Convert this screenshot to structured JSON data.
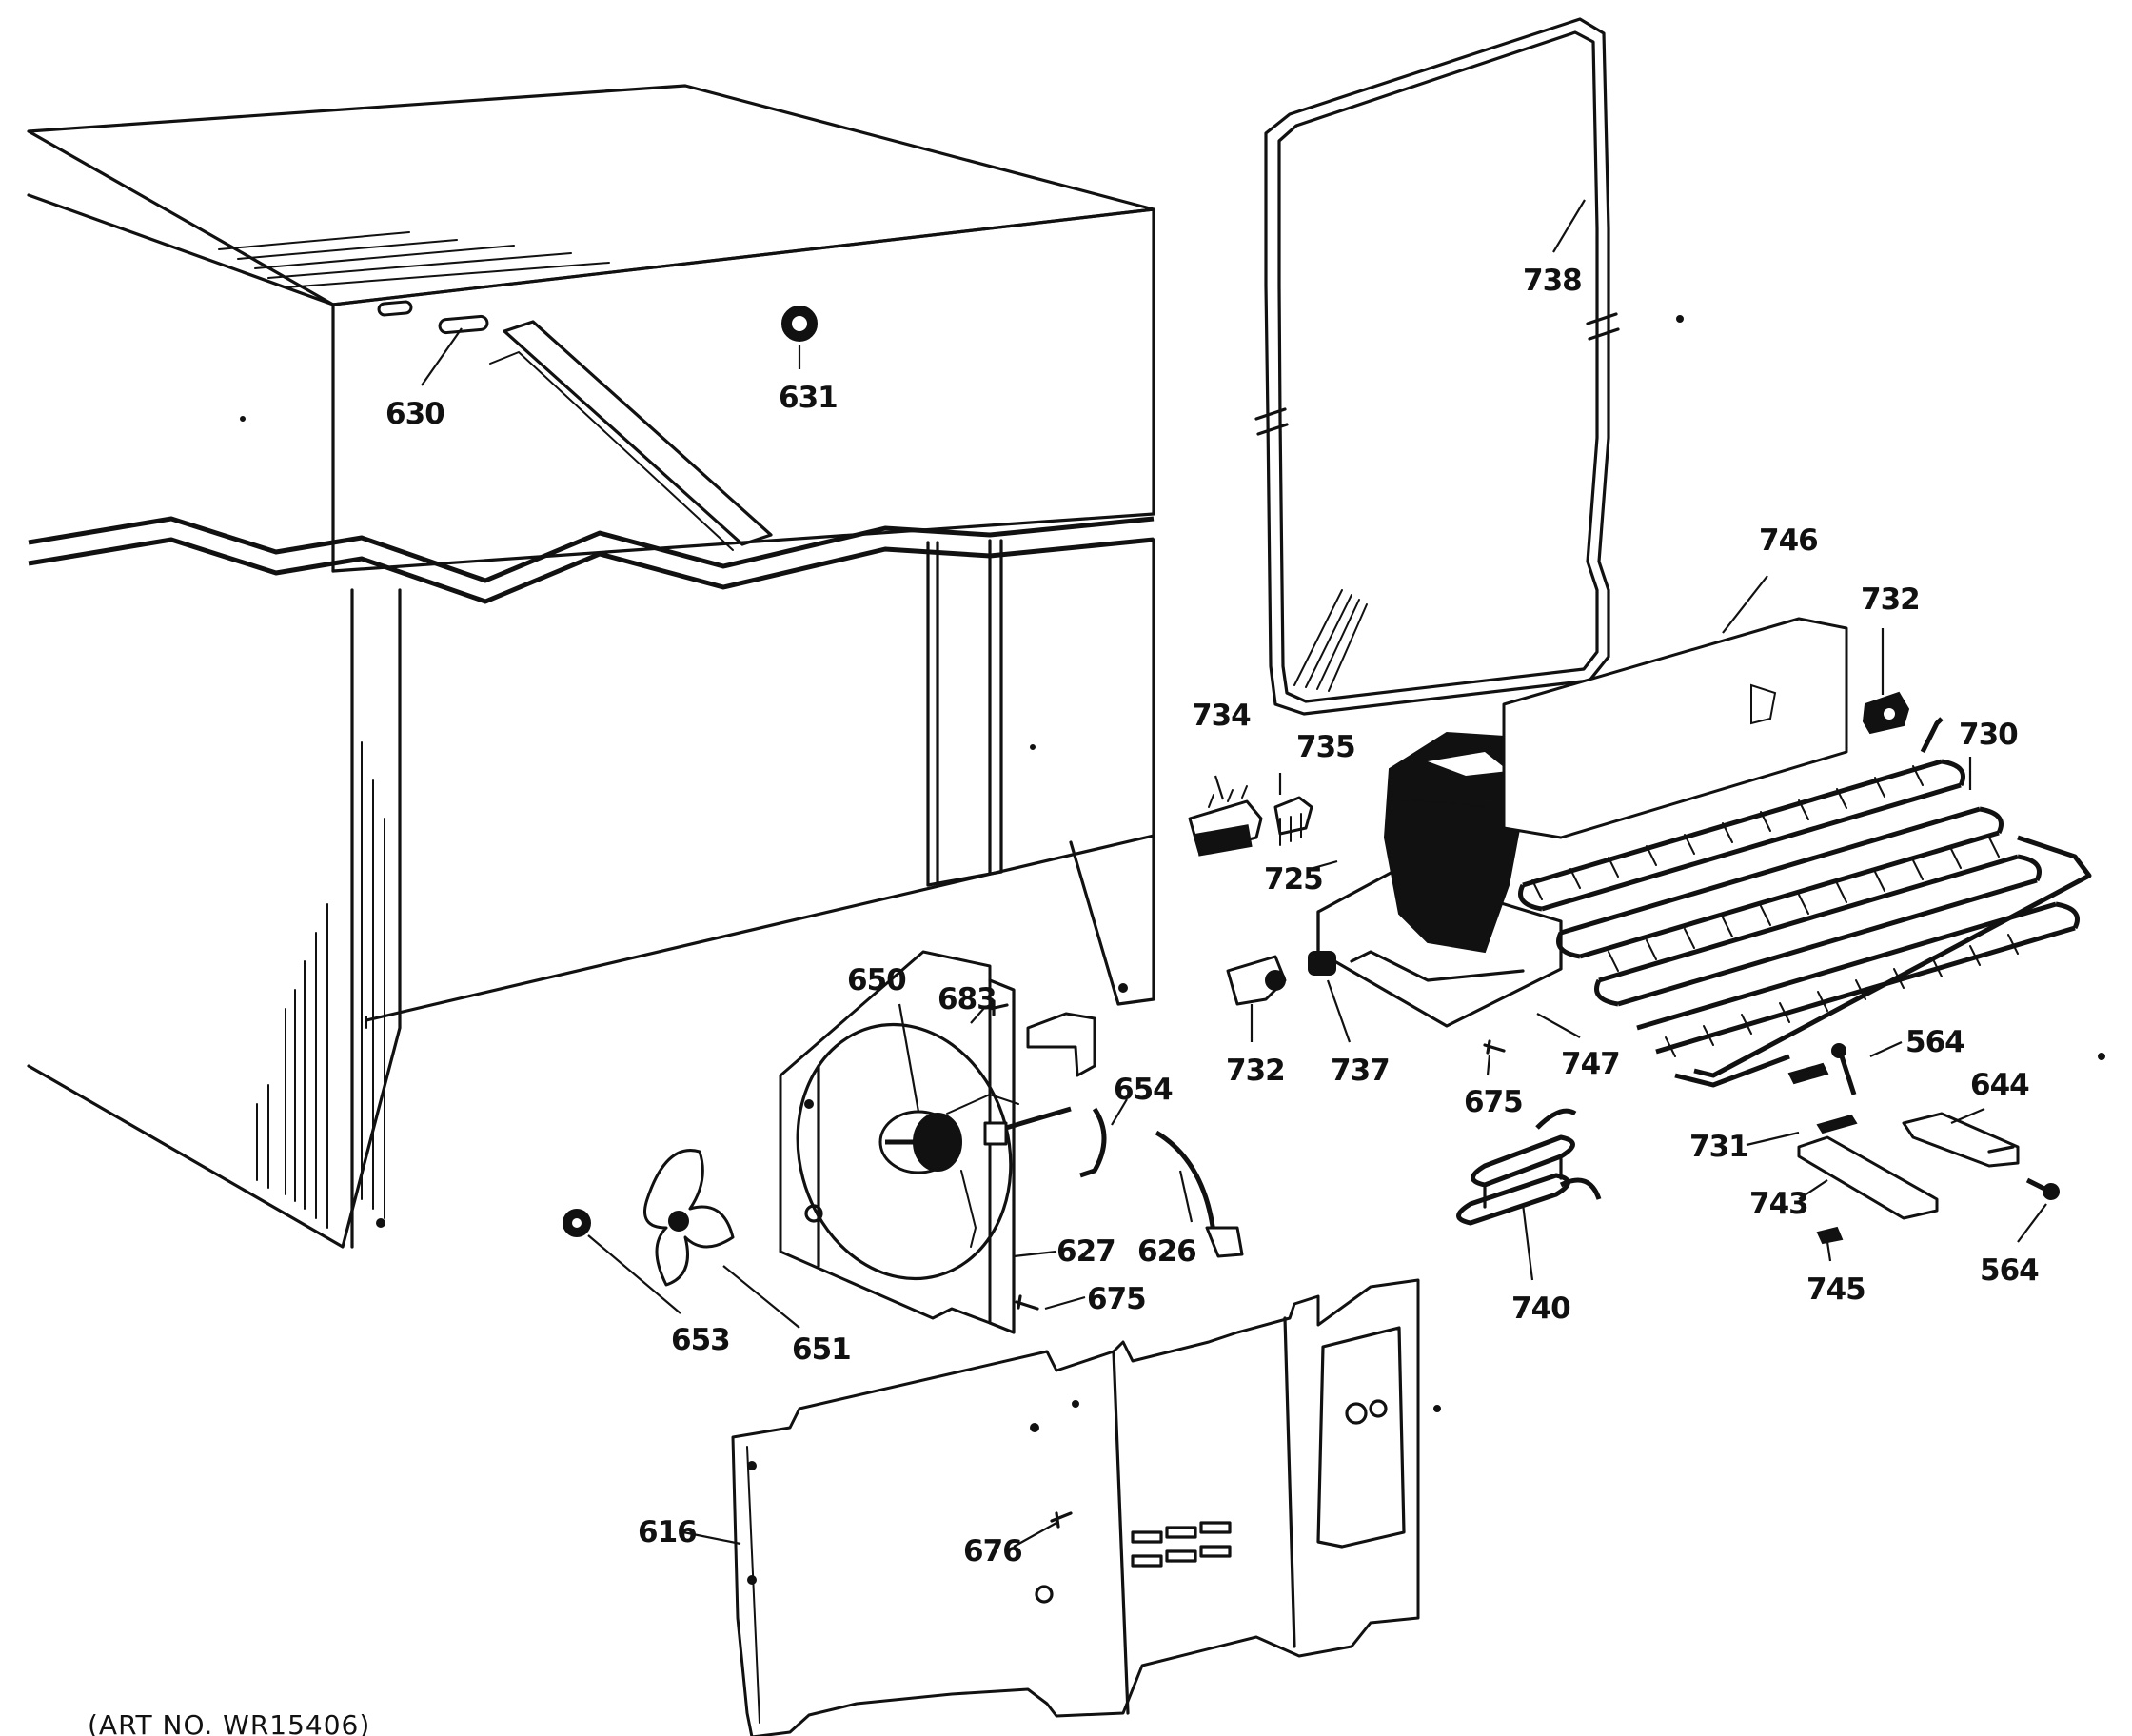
{
  "diagram": {
    "part_labels": {
      "p630": "630",
      "p631": "631",
      "p738": "738",
      "p746": "746",
      "p732a": "732",
      "p730": "730",
      "p734": "734",
      "p735": "735",
      "p725": "725",
      "p732b": "732",
      "p737": "737",
      "p747": "747",
      "p675a": "675",
      "p564a": "564",
      "p644": "644",
      "p731": "731",
      "p743": "743",
      "p745": "745",
      "p564b": "564",
      "p740": "740",
      "p650": "650",
      "p683": "683",
      "p654": "654",
      "p626": "626",
      "p627": "627",
      "p675b": "675",
      "p653": "653",
      "p651": "651",
      "p616": "616",
      "p676": "676"
    },
    "caption": "(ART NO. WR15406)"
  }
}
